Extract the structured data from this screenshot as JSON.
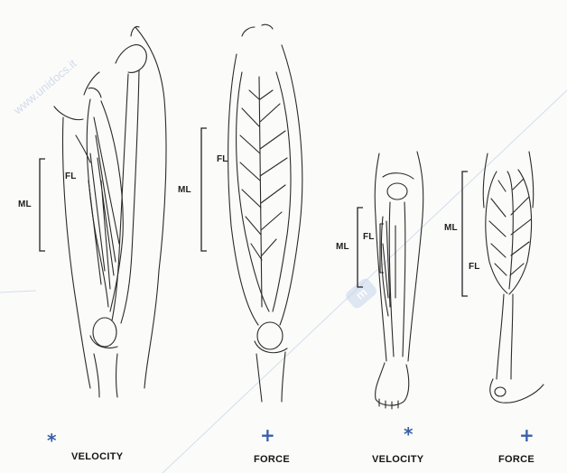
{
  "watermark": "www.unidocs.it",
  "panels": [
    {
      "id": "thigh-velocity",
      "ml_label": "ML",
      "fl_label": "FL",
      "symbol": "*",
      "caption": "VELOCITY"
    },
    {
      "id": "thigh-force",
      "ml_label": "ML",
      "fl_label": "FL",
      "symbol": "+",
      "caption": "FORCE"
    },
    {
      "id": "leg-velocity",
      "ml_label": "ML",
      "fl_label": "FL",
      "symbol": "*",
      "caption": "VELOCITY"
    },
    {
      "id": "leg-force",
      "ml_label": "ML",
      "fl_label": "FL",
      "symbol": "+",
      "caption": "FORCE"
    }
  ],
  "colors": {
    "ink": "#2a2a2a",
    "symbol": "#3a5fa8",
    "watermark": "#c9d6ea"
  }
}
